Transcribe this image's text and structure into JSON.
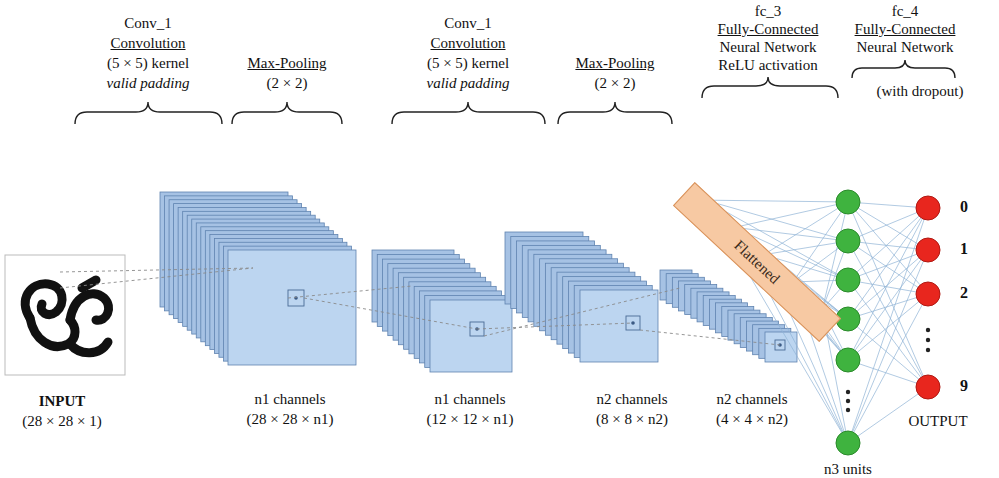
{
  "diagram": {
    "nodes": [
      {
        "text": [
          "Flattened"
        ]
      }
    ],
    "labels": [
      "Conv_1",
      "Convolution",
      "(5 × 5) kernel",
      "valid padding",
      "Max-Pooling",
      "(2 × 2)",
      "Conv_1",
      "Convolution",
      "(5 × 5) kernel",
      "valid padding",
      "Max-Pooling",
      "(2 × 2)",
      "fc_3",
      "Fully-Connected",
      "Neural Network",
      "ReLU activation",
      "fc_4",
      "Fully-Connected",
      "Neural Network",
      "(with dropout)",
      "0",
      "1",
      "2",
      "9",
      "INPUT",
      "(28 × 28 × 1)",
      "n1 channels",
      "(28 × 28 × n1)",
      "n1 channels",
      "(12 × 12 × n1)",
      "n2 channels",
      "(8 × 8 × n2)",
      "n2 channels",
      "(4 × 4 × n2)",
      "OUTPUT",
      "n3 units"
    ]
  }
}
